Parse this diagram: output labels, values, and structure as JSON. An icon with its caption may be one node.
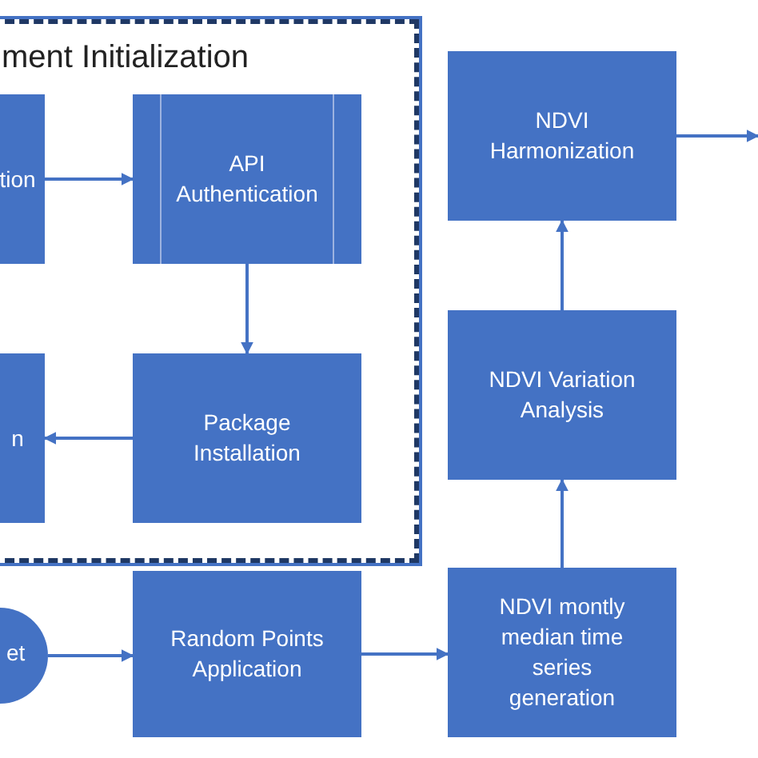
{
  "diagram": {
    "nodes": [
      {
        "text": [
          "ment Initialization"
        ]
      },
      {
        "text": [
          "tion"
        ],
        "in": 0
      },
      {
        "text": [
          "API Authentication"
        ],
        "in": 0
      },
      {
        "text": [
          "n"
        ],
        "in": 0
      },
      {
        "text": [
          "Package Installation"
        ],
        "in": 0
      },
      {
        "text": [
          "et"
        ]
      },
      {
        "text": [
          "Random Points Application"
        ]
      },
      {
        "text": [
          "NDVI Harmonization"
        ]
      },
      {
        "text": [
          "NDVI Variation Analysis"
        ]
      },
      {
        "text": [
          "NDVI montly median time series generation"
        ]
      }
    ],
    "edges": [
      {
        "from": 1,
        "to": 2,
        "arrow": "to"
      },
      {
        "from": 2,
        "to": 4,
        "arrow": "to"
      },
      {
        "from": 4,
        "to": 3,
        "arrow": "to"
      },
      {
        "from": 5,
        "to": 6,
        "arrow": "to"
      },
      {
        "from": 6,
        "to": 9,
        "arrow": "to"
      },
      {
        "from": 9,
        "to": 8,
        "arrow": "to"
      },
      {
        "from": 8,
        "to": 7,
        "arrow": "to"
      },
      {
        "from": 7,
        "to": null,
        "arrow": "to"
      }
    ]
  }
}
